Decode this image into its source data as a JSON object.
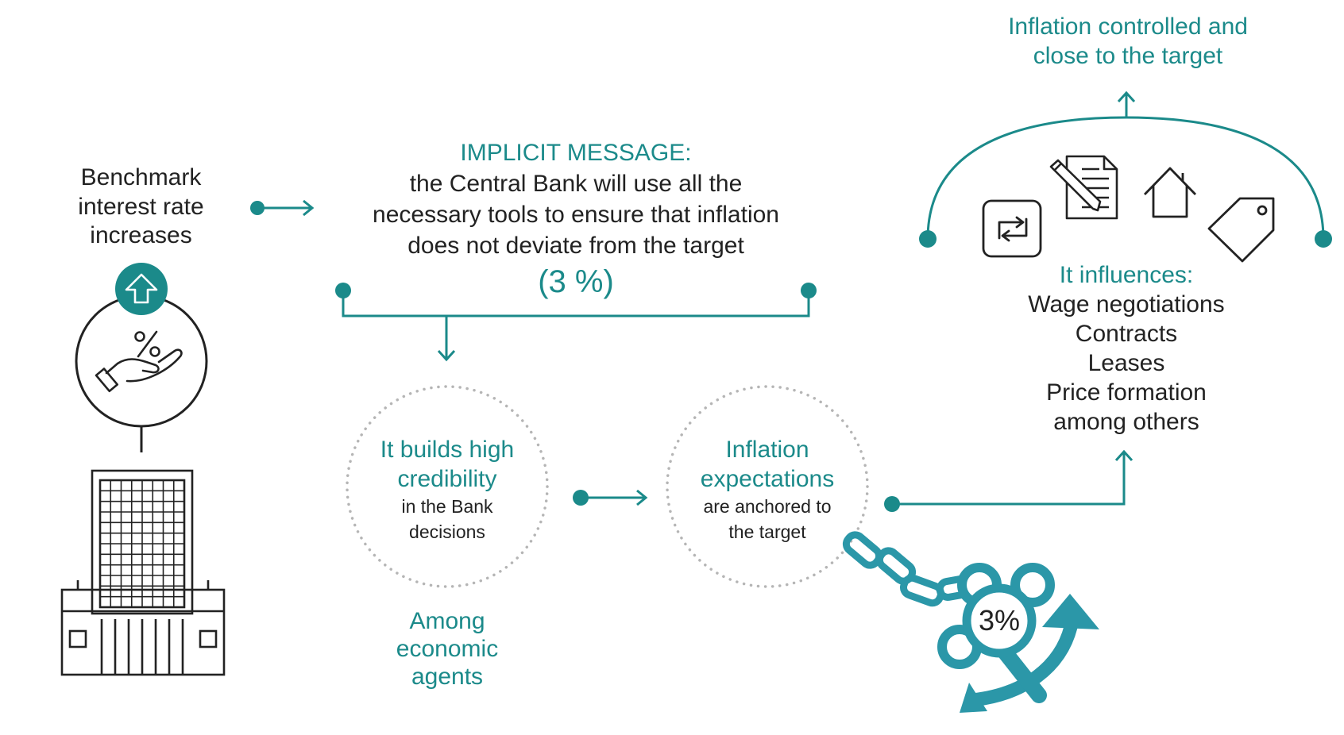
{
  "colors": {
    "teal": "#1b8a8a",
    "anchor": "#2b97a8",
    "dark": "#222222",
    "dots": "#b5b5b5"
  },
  "benchmark": {
    "line1": "Benchmark",
    "line2": "interest rate",
    "line3": "increases"
  },
  "message": {
    "heading": "IMPLICIT MESSAGE:",
    "line1": "the Central Bank will use all the",
    "line2": "necessary tools to ensure that inflation",
    "line3": "does not deviate from the target",
    "target": "(3 %)"
  },
  "credibility": {
    "line1": "It builds high",
    "line2": "credibility",
    "line3": "in the Bank",
    "line4": "decisions"
  },
  "agents": {
    "line1": "Among",
    "line2": "economic",
    "line3": "agents"
  },
  "expectations": {
    "line1": "Inflation",
    "line2": "expectations",
    "line3": "are anchored to",
    "line4": "the target"
  },
  "anchor": {
    "label": "3%"
  },
  "outcome": {
    "line1": "Inflation controlled and",
    "line2": "close to the target"
  },
  "influences": {
    "heading": "It influences:",
    "items": [
      "Wage negotiations",
      "Contracts",
      "Leases",
      "Price formation",
      "among others"
    ]
  },
  "icons": [
    "arrow-up-icon",
    "percent-hand-icon",
    "bank-building-icon",
    "refresh-icon",
    "contract-icon",
    "house-icon",
    "price-tag-icon",
    "chain-icon",
    "anchor-icon"
  ]
}
